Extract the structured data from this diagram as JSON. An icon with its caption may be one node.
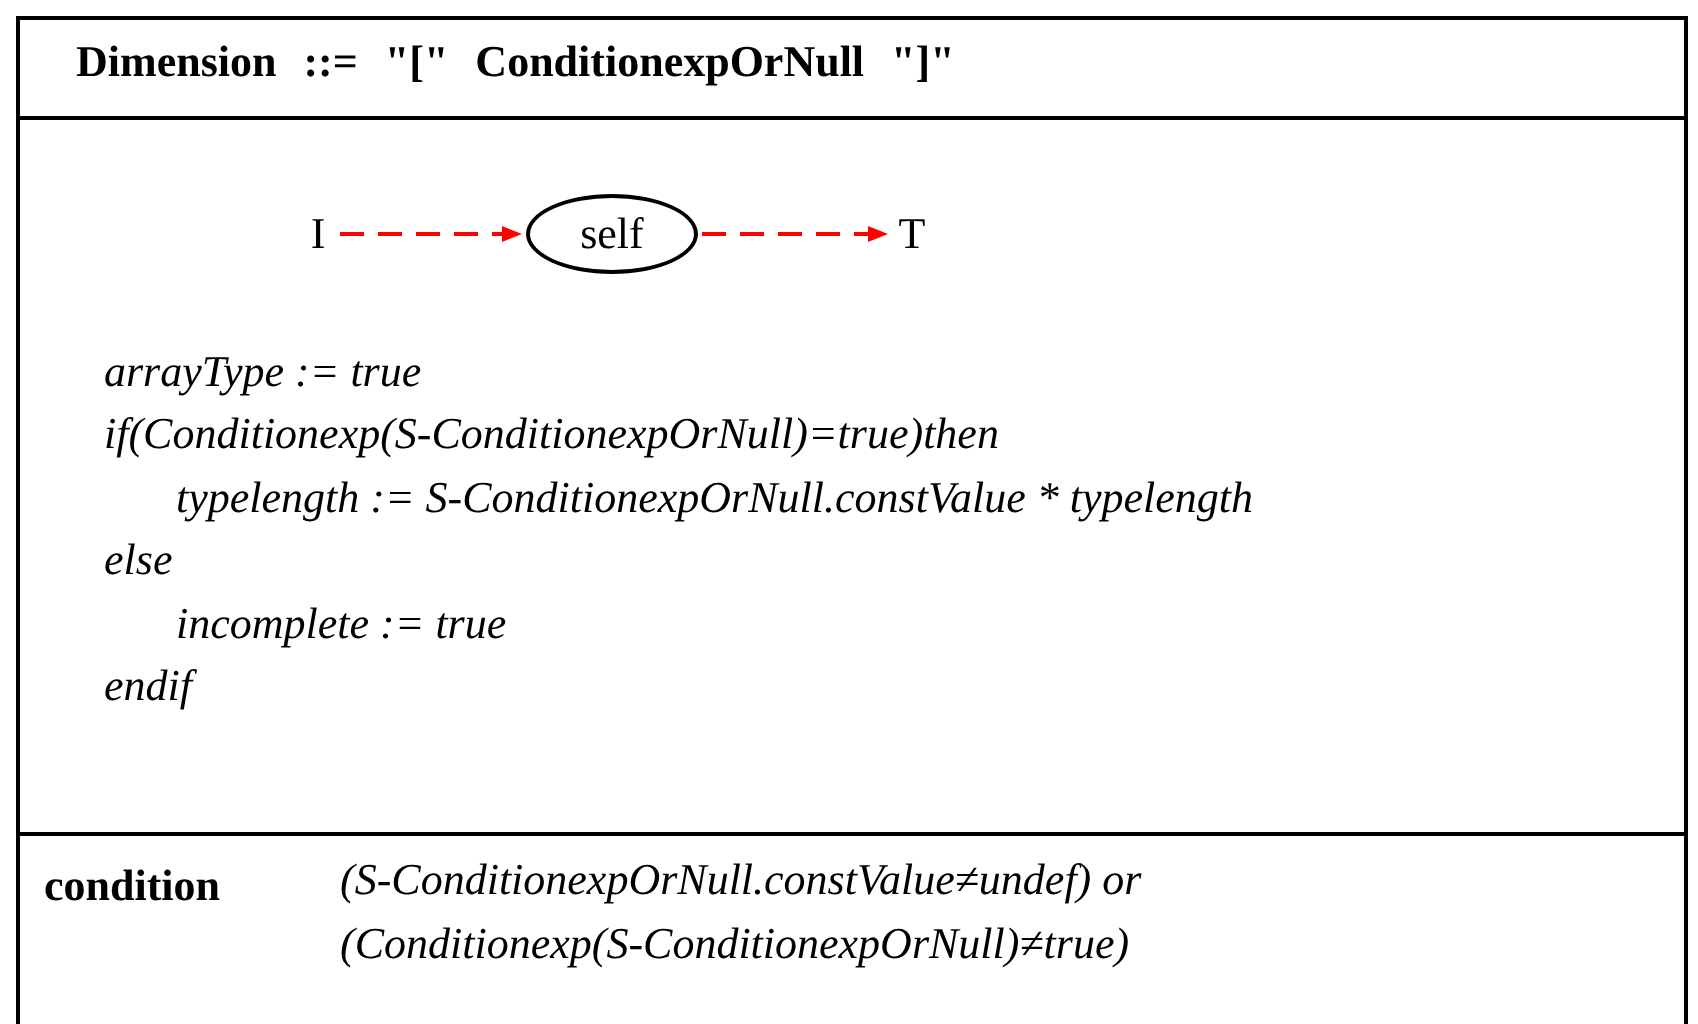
{
  "diagram": {
    "title": "Dimension ::= \"[\" ConditionexpOrNull \"]\"",
    "nodes": [
      {
        "text": [
          "I"
        ]
      },
      {
        "text": [
          "self"
        ]
      },
      {
        "text": [
          "T"
        ]
      }
    ],
    "edges": [
      {
        "from": 0,
        "to": 1,
        "arrow": "to",
        "style": "dashed",
        "color": "#ff0000"
      },
      {
        "from": 1,
        "to": 2,
        "arrow": "to",
        "style": "dashed",
        "color": "#ff0000"
      }
    ],
    "labels": [
      "arrayType := true",
      "if(Conditionexp(S-ConditionexpOrNull)=true)then",
      "typelength := S-ConditionexpOrNull.constValue * typelength",
      "else",
      "incomplete := true",
      "endif",
      "condition",
      "(S-ConditionexpOrNull.constValue≠undef) or (Conditionexp(S-ConditionexpOrNull)≠true)"
    ]
  }
}
